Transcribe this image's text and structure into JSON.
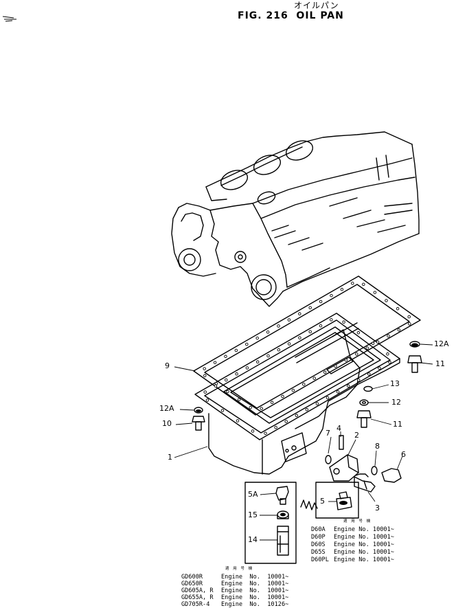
{
  "title_jp": "オイルパン",
  "title": "FIG. 216  OIL PAN",
  "callouts": [
    {
      "id": "c1",
      "label": "1"
    },
    {
      "id": "c2",
      "label": "2"
    },
    {
      "id": "c3",
      "label": "3"
    },
    {
      "id": "c4",
      "label": "4"
    },
    {
      "id": "c5",
      "label": "5"
    },
    {
      "id": "c5a",
      "label": "5A"
    },
    {
      "id": "c6",
      "label": "6"
    },
    {
      "id": "c7",
      "label": "7"
    },
    {
      "id": "c8",
      "label": "8"
    },
    {
      "id": "c9",
      "label": "9"
    },
    {
      "id": "c10",
      "label": "10"
    },
    {
      "id": "c11a",
      "label": "11"
    },
    {
      "id": "c11b",
      "label": "11"
    },
    {
      "id": "c12",
      "label": "12"
    },
    {
      "id": "c12a_left",
      "label": "12A"
    },
    {
      "id": "c12a_right",
      "label": "12A"
    },
    {
      "id": "c13",
      "label": "13"
    },
    {
      "id": "c14",
      "label": "14"
    },
    {
      "id": "c15",
      "label": "15"
    }
  ],
  "serial_table_right": {
    "header": "適 用 号 機",
    "rows": [
      {
        "model": "D60A",
        "text": "Engine No. 10001~"
      },
      {
        "model": "D60P",
        "text": "Engine No. 10001~"
      },
      {
        "model": "D60S",
        "text": "Engine No. 10001~"
      },
      {
        "model": "D65S",
        "text": "Engine No. 10001~"
      },
      {
        "model": "D60PL",
        "text": "Engine No. 10001~"
      }
    ]
  },
  "serial_table_left": {
    "header": "適 用 号 機",
    "rows": [
      {
        "model": "GD600R",
        "text": "Engine  No.  10001~"
      },
      {
        "model": "GD650R",
        "text": "Engine  No.  10001~"
      },
      {
        "model": "GD605A, R",
        "text": "Engine  No.  10001~"
      },
      {
        "model": "GD655A, R",
        "text": "Engine  No.  10001~"
      },
      {
        "model": "GD705R-4",
        "text": "Engine  No.  10126~"
      }
    ]
  }
}
